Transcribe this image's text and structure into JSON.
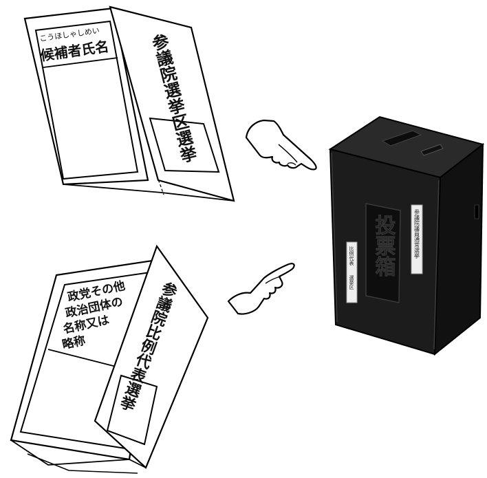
{
  "ballot_top": {
    "furigana": "こうほしゃしめい",
    "name_box_label": "候補者氏名",
    "cover_text": "参議院選挙区選挙"
  },
  "ballot_bottom": {
    "party_label_lines": [
      "政党その他",
      "政治団体の",
      "名称又は",
      "略称"
    ],
    "cover_text": "参議院比例代表選挙"
  },
  "ballot_box": {
    "front_label": "投票箱",
    "right_sticker": "参議院議員通常選挙",
    "left_sticker_top": "比例代表",
    "left_sticker_bottom": "選挙区"
  },
  "colors": {
    "box_body": "#1c1c1c",
    "line": "#000000",
    "paper": "#ffffff"
  }
}
